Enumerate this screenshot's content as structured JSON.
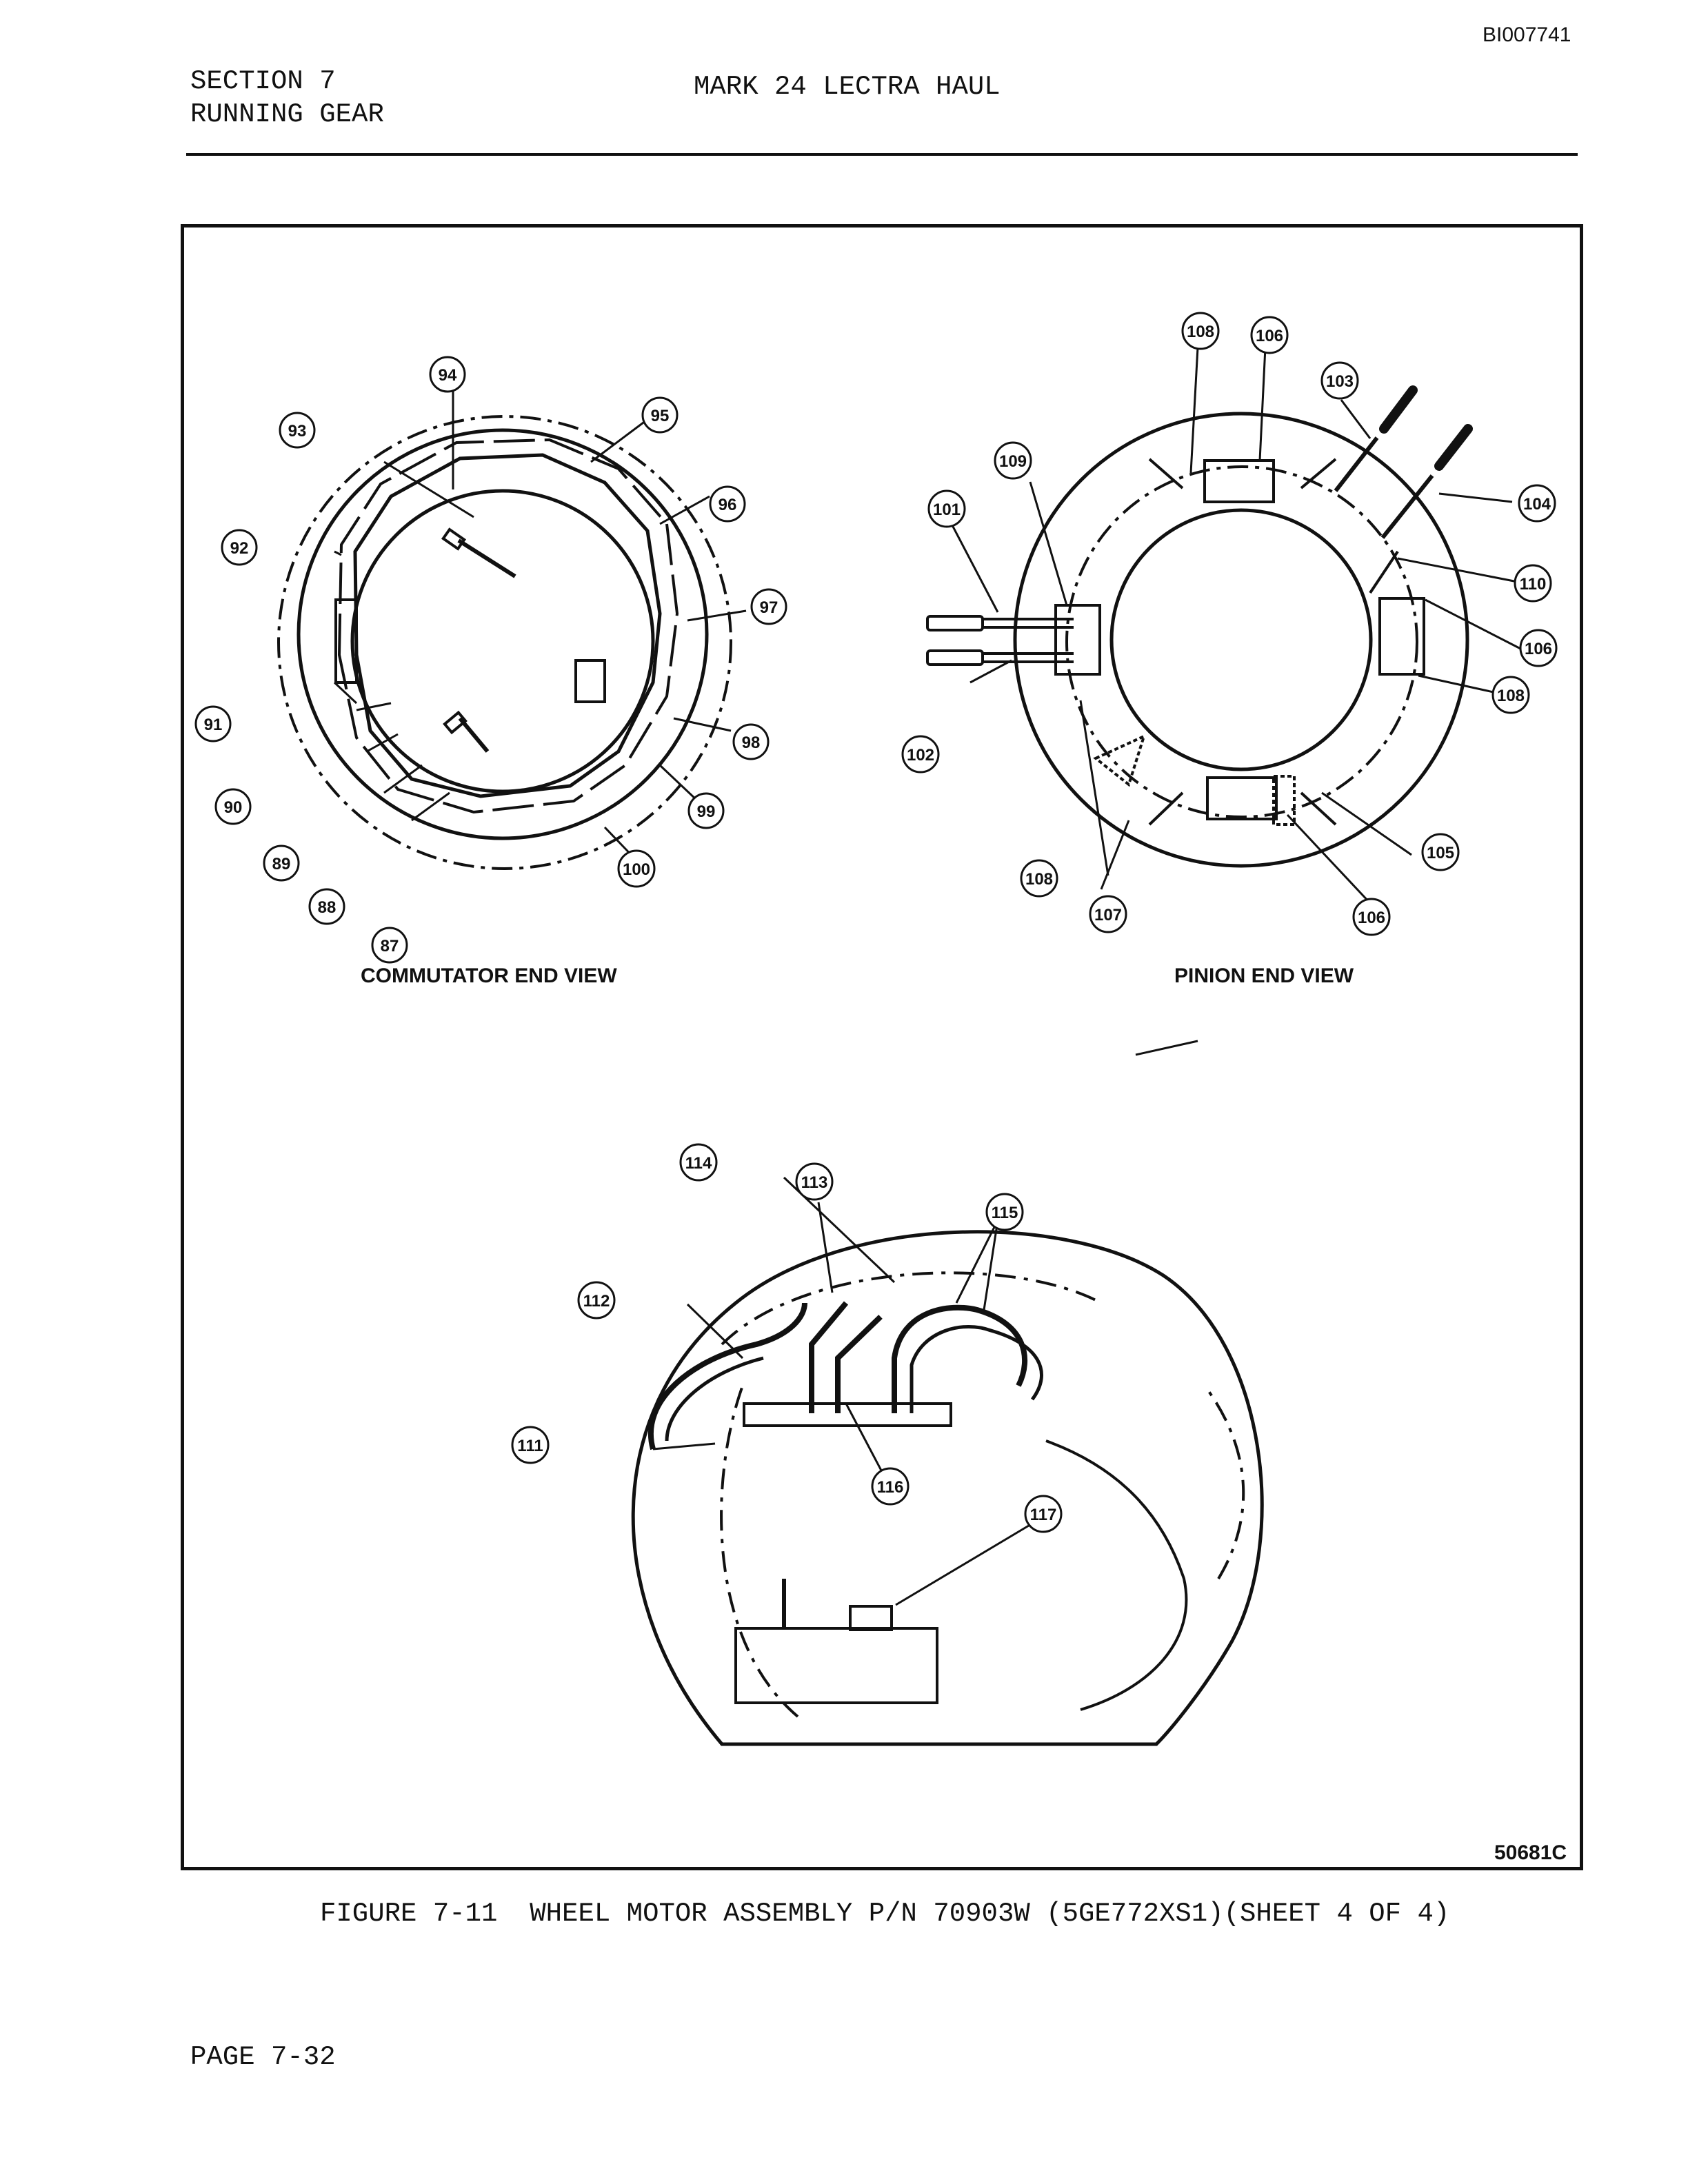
{
  "header": {
    "doc_id": "BI007741",
    "section_number": "SECTION 7",
    "section_title": "RUNNING GEAR",
    "document_title": "MARK 24 LECTRA HAUL"
  },
  "figure": {
    "views": {
      "commutator": "COMMUTATOR END VIEW",
      "pinion": "PINION END VIEW"
    },
    "drawing_number": "50681C",
    "callouts": {
      "c87": "87",
      "c88": "88",
      "c89": "89",
      "c90": "90",
      "c91": "91",
      "c92": "92",
      "c93": "93",
      "c94": "94",
      "c95": "95",
      "c96": "96",
      "c97": "97",
      "c98": "98",
      "c99": "99",
      "c100": "100",
      "c101": "101",
      "c102": "102",
      "c103": "103",
      "c104": "104",
      "c105": "105",
      "c106a": "106",
      "c106b": "106",
      "c106c": "106",
      "c107": "107",
      "c108a": "108",
      "c108b": "108",
      "c108c": "108",
      "c109": "109",
      "c110": "110",
      "c111": "111",
      "c112": "112",
      "c113": "113",
      "c114": "114",
      "c115": "115",
      "c116": "116",
      "c117": "117"
    }
  },
  "caption": "FIGURE 7-11  WHEEL MOTOR ASSEMBLY P/N 70903W (5GE772XS1)(SHEET 4 OF 4)",
  "footer": {
    "page": "PAGE 7-32"
  }
}
